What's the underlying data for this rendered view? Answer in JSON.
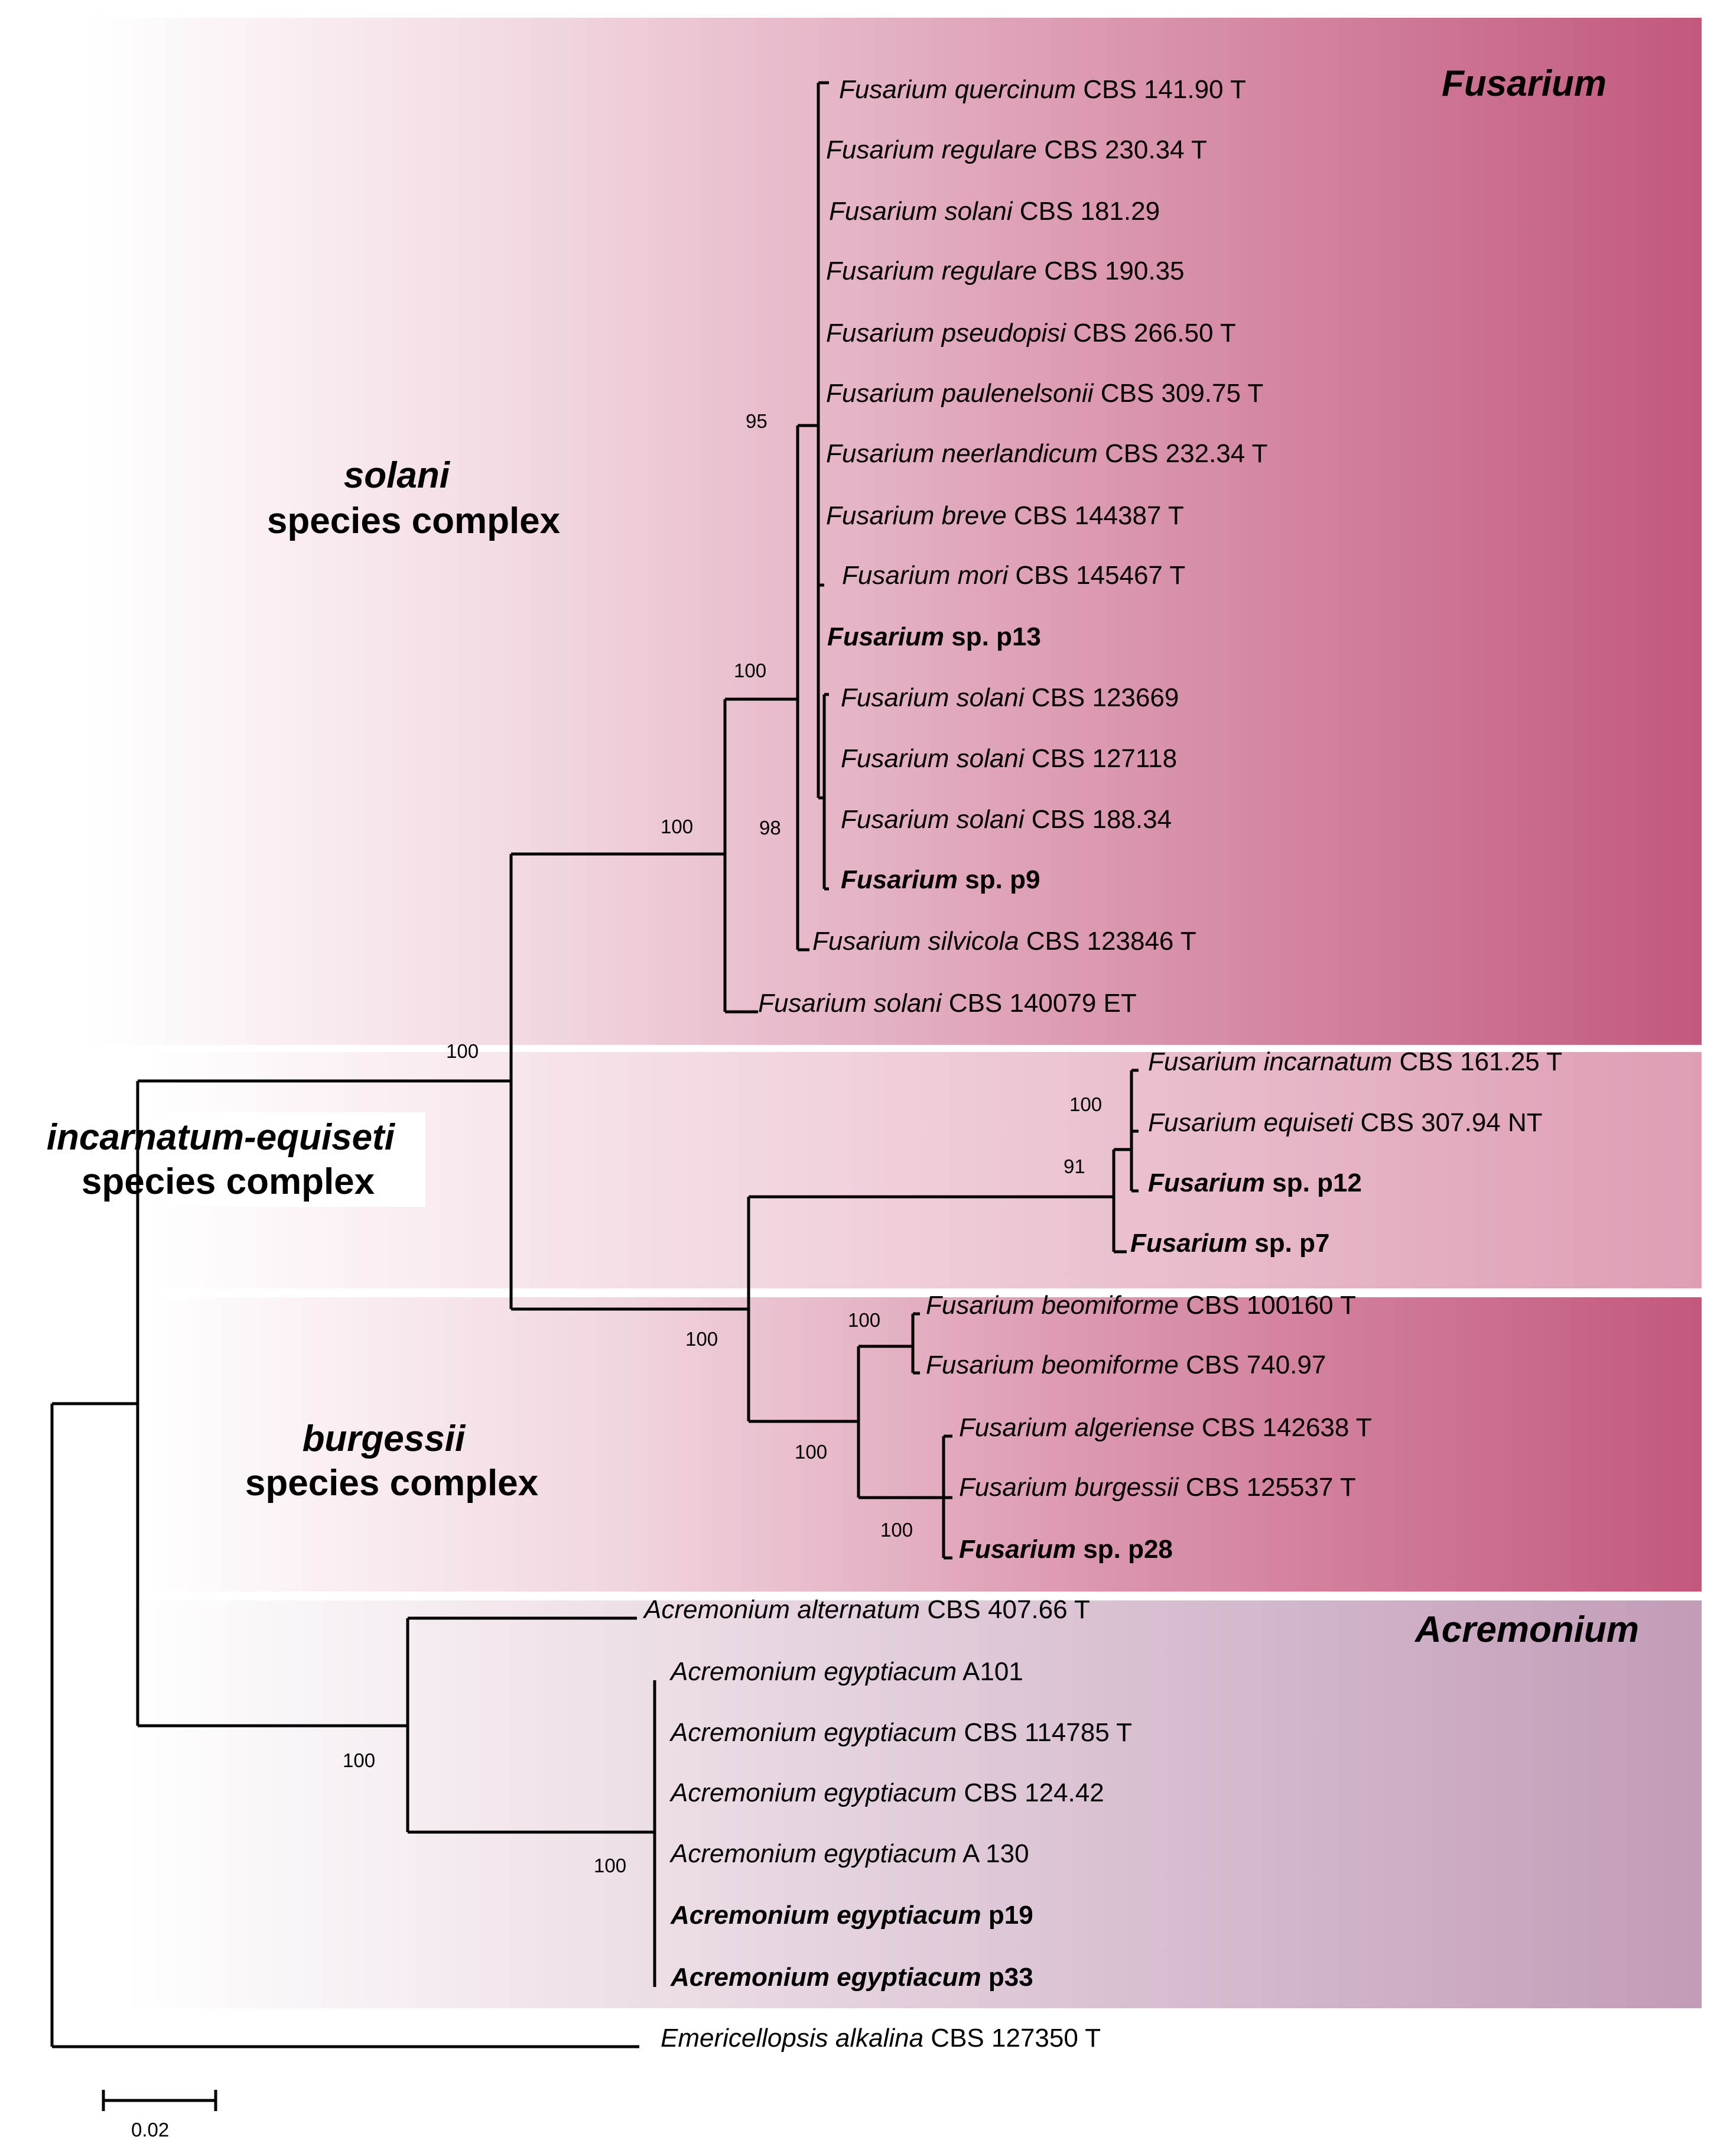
{
  "groups": {
    "fusarium": "Fusarium",
    "acremonium": "Acremonium"
  },
  "complexes": {
    "solani": {
      "line1": "solani",
      "line2": "species complex"
    },
    "incarnatum": {
      "line1": "incarnatum-equiseti",
      "line2": "species complex"
    },
    "burgessii": {
      "line1": "burgessii",
      "line2": "species complex"
    }
  },
  "taxa": [
    {
      "genus": "Fusarium quercinum",
      "rest": " CBS 141.90 T",
      "bold": false
    },
    {
      "genus": "Fusarium regulare",
      "rest": " CBS 230.34 T",
      "bold": false
    },
    {
      "genus": "Fusarium solani",
      "rest": " CBS 181.29",
      "bold": false
    },
    {
      "genus": "Fusarium regulare",
      "rest": " CBS 190.35",
      "bold": false
    },
    {
      "genus": "Fusarium pseudopisi",
      "rest": " CBS 266.50 T",
      "bold": false
    },
    {
      "genus": "Fusarium paulenelsonii",
      "rest": " CBS 309.75 T",
      "bold": false
    },
    {
      "genus": "Fusarium neerlandicum",
      "rest": " CBS 232.34 T",
      "bold": false
    },
    {
      "genus": "Fusarium breve",
      "rest": " CBS 144387 T",
      "bold": false
    },
    {
      "genus": "Fusarium mori",
      "rest": " CBS 145467 T",
      "bold": false
    },
    {
      "genus": "Fusarium",
      "rest": " sp. p13",
      "bold": true
    },
    {
      "genus": "Fusarium solani",
      "rest": " CBS 123669",
      "bold": false
    },
    {
      "genus": "Fusarium solani",
      "rest": " CBS 127118",
      "bold": false
    },
    {
      "genus": "Fusarium solani",
      "rest": " CBS 188.34",
      "bold": false
    },
    {
      "genus": "Fusarium",
      "rest": " sp. p9",
      "bold": true
    },
    {
      "genus": "Fusarium silvicola",
      "rest": " CBS 123846 T",
      "bold": false
    },
    {
      "genus": "Fusarium solani",
      "rest": " CBS 140079 ET",
      "bold": false
    },
    {
      "genus": "Fusarium incarnatum",
      "rest": " CBS 161.25 T",
      "bold": false
    },
    {
      "genus": "Fusarium equiseti",
      "rest": " CBS 307.94 NT",
      "bold": false
    },
    {
      "genus": "Fusarium",
      "rest": " sp. p12",
      "bold": true
    },
    {
      "genus": "Fusarium",
      "rest": " sp. p7",
      "bold": true
    },
    {
      "genus": "Fusarium beomiforme",
      "rest": " CBS 100160 T",
      "bold": false
    },
    {
      "genus": "Fusarium beomiforme",
      "rest": " CBS 740.97",
      "bold": false
    },
    {
      "genus": "Fusarium algeriense",
      "rest": " CBS 142638 T",
      "bold": false
    },
    {
      "genus": "Fusarium burgessii",
      "rest": " CBS 125537 T",
      "bold": false
    },
    {
      "genus": "Fusarium",
      "rest": " sp. p28",
      "bold": true
    },
    {
      "genus": "Acremonium alternatum",
      "rest": " CBS 407.66 T",
      "bold": false
    },
    {
      "genus": "Acremonium egyptiacum",
      "rest": " A101",
      "bold": false
    },
    {
      "genus": "Acremonium egyptiacum",
      "rest": " CBS 114785 T",
      "bold": false
    },
    {
      "genus": "Acremonium egyptiacum",
      "rest": " CBS 124.42",
      "bold": false
    },
    {
      "genus": "Acremonium egyptiacum",
      "rest": " A 130",
      "bold": false
    },
    {
      "genus": "Acremonium egyptiacum",
      "rest": " p19",
      "bold": true
    },
    {
      "genus": "Acremonium egyptiacum",
      "rest": " p33",
      "bold": true
    },
    {
      "genus": "Emericellopsis alkalina",
      "rest": " CBS 127350 T",
      "bold": false
    }
  ],
  "support_values": [
    "95",
    "100",
    "100",
    "98",
    "100",
    "100",
    "91",
    "100",
    "100",
    "100",
    "100",
    "100",
    "100"
  ],
  "scale_bar": "0.02",
  "colors": {
    "fusarium_band": "#c2587e",
    "incarnatum_band": "#de9db4",
    "acremonium_band": "#c29cb7"
  }
}
